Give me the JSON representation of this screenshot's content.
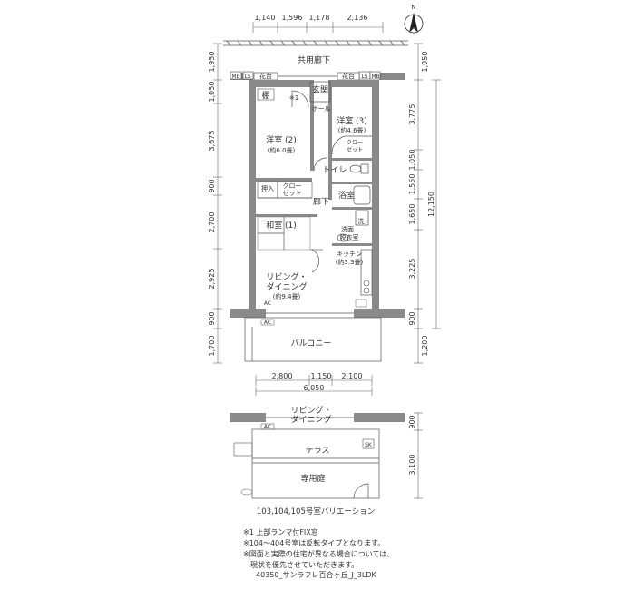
{
  "top_dims": [
    "1,140",
    "1,596",
    "1,178",
    "2,136"
  ],
  "north_label": "N",
  "corridor_label": "共用廊下",
  "left_dims": [
    "1,950",
    "1,050",
    "3,675",
    "900",
    "2,700",
    "2,925",
    "900",
    "1,700"
  ],
  "right_dims": [
    "1,950",
    "3,775",
    "1,050",
    "1,550",
    "1,650",
    "3,225",
    "900",
    "1,200"
  ],
  "right_total": "12,150",
  "rooms": {
    "entrance": "玄関",
    "hall": "ホール",
    "mark1": "※1",
    "shelf": "棚",
    "western2": "洋室 (2)",
    "western2_size": "(約6.0畳)",
    "western3": "洋室 (3)",
    "western3_size": "(約4.6畳)",
    "closet_right_1": "クロー",
    "closet_right_2": "ゼット",
    "toilet": "トイレ",
    "oshiire": "押入",
    "closet_1": "クロー",
    "closet_2": "ゼット",
    "hallway": "廊下",
    "bath": "浴室",
    "wash": "洗",
    "japanese": "和室 (1)",
    "washroom_1": "洗面",
    "washroom_2": "脱衣室",
    "kitchen": "キッチン",
    "kitchen_size": "(約3.3畳)",
    "living_1": "リビング・",
    "living_2": "ダイニング",
    "living_size": "(約9.4畳)",
    "balcony": "バルコニー"
  },
  "tags": {
    "mb": "MB",
    "ls": "LS",
    "flower": "花台",
    "ac": "AC",
    "sk": "SK"
  },
  "bottom_dims": [
    "2,800",
    "1,150",
    "2,100"
  ],
  "bottom_total": "6,050",
  "variant": {
    "living_1": "リビング・",
    "living_2": "ダイニング",
    "terrace": "テラス",
    "garden": "専用庭",
    "dims": [
      "900",
      "3,100"
    ]
  },
  "variation_caption": "103,104,105号室バリエーション",
  "notes": [
    "※1 上部ランマ付FIX窓",
    "※104～404号室は反転タイプとなります。",
    "※図面と実際の住宅が異なる場合については、",
    "　現状を優先させていただきます。"
  ],
  "code_label": "40350_サンラフレ百合ヶ丘_J_3LDK"
}
